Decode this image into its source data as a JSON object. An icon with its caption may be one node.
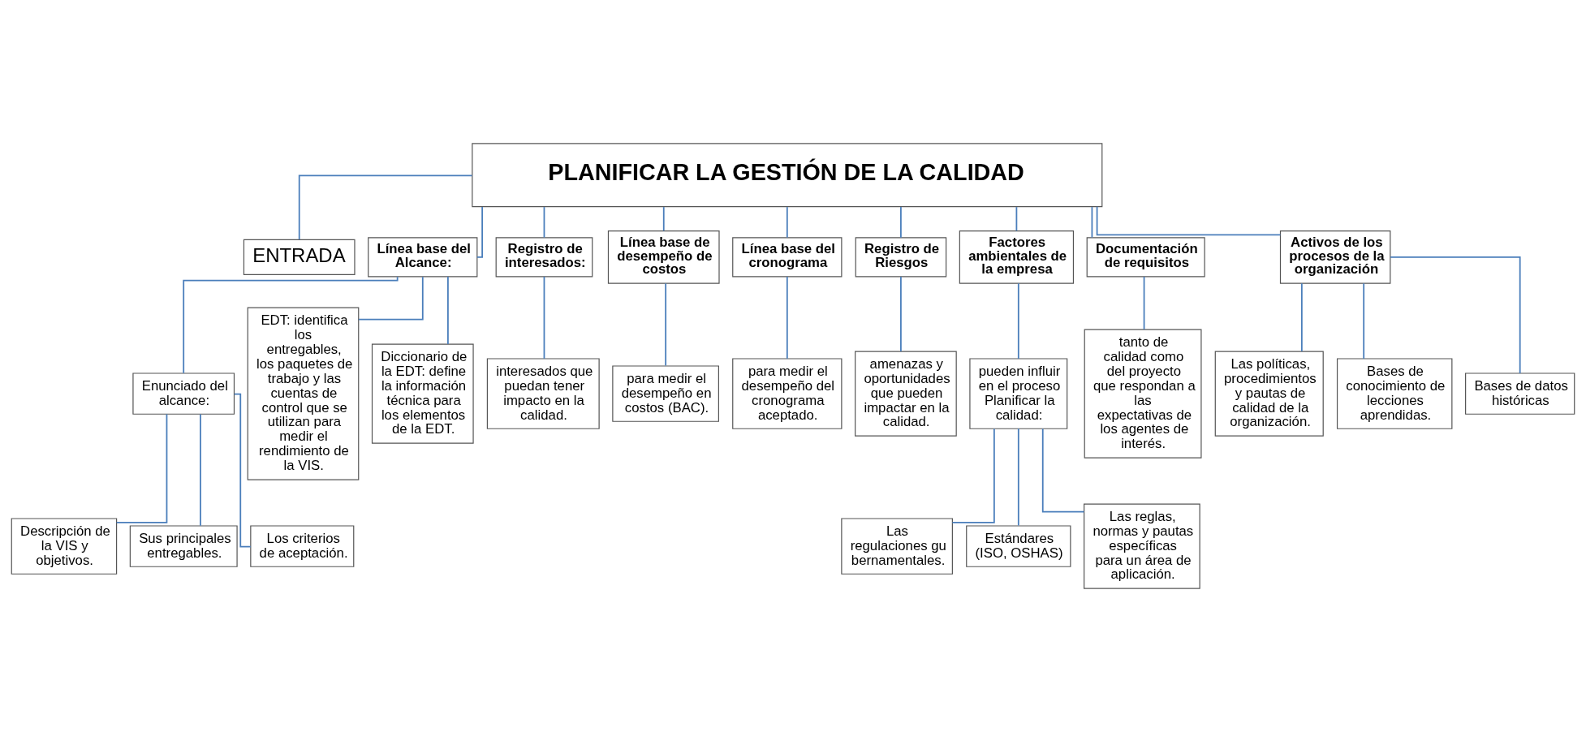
{
  "diagram": {
    "nodes": [
      {
        "text": [
          "PLANIFICAR LA GESTIÓN DE LA CALIDAD"
        ]
      },
      {
        "text": [
          "ENTRADA"
        ]
      },
      {
        "text": [
          "Línea base del Alcance:"
        ]
      },
      {
        "text": [
          "Enunciado del alcance:"
        ]
      },
      {
        "text": [
          "Descripción de la VIS y objetivos."
        ]
      },
      {
        "text": [
          "Sus principales entregables."
        ]
      },
      {
        "text": [
          "Los criterios de aceptación."
        ]
      },
      {
        "text": [
          "EDT: identifica los entregables, los paquetes de trabajo y las cuentas de control que se utilizan para medir el rendimiento de la VIS."
        ]
      },
      {
        "text": [
          "Diccionario de la EDT: define la información técnica para los elementos de la EDT."
        ]
      },
      {
        "text": [
          "Registro de interesados:"
        ]
      },
      {
        "text": [
          "interesados que puedan tener impacto en la calidad."
        ]
      },
      {
        "text": [
          "Línea base de desempeño de costos"
        ]
      },
      {
        "text": [
          "para medir el desempeño en costos (BAC)."
        ]
      },
      {
        "text": [
          "Línea base del cronograma"
        ]
      },
      {
        "text": [
          "para medir el desempeño del cronograma aceptado."
        ]
      },
      {
        "text": [
          "Registro de Riesgos"
        ]
      },
      {
        "text": [
          "amenazas y oportunidades que pueden impactar en la calidad."
        ]
      },
      {
        "text": [
          "Factores ambientales de la empresa"
        ]
      },
      {
        "text": [
          "pueden influir en el proceso Planificar la calidad:"
        ]
      },
      {
        "text": [
          "Las regulaciones gubernamentales."
        ]
      },
      {
        "text": [
          "Estándares (ISO, OSHAS)"
        ]
      },
      {
        "text": [
          "Las reglas, normas y pautas específicas para un área de aplicación."
        ]
      },
      {
        "text": [
          "Documentación de requisitos"
        ]
      },
      {
        "text": [
          "tanto de calidad como del proyecto que respondan a las expectativas de los agentes de interés."
        ]
      },
      {
        "text": [
          "Activos de los procesos de la organización"
        ]
      },
      {
        "text": [
          "Las políticas, procedimientos y pautas de calidad de la organización."
        ]
      },
      {
        "text": [
          "Bases de conocimiento de lecciones aprendidas."
        ]
      },
      {
        "text": [
          "Bases de datos históricas"
        ]
      }
    ],
    "edges": [
      {
        "from": 0,
        "to": 1,
        "arrow": "none"
      },
      {
        "from": 0,
        "to": 2,
        "arrow": "none"
      },
      {
        "from": 0,
        "to": 9,
        "arrow": "none"
      },
      {
        "from": 0,
        "to": 11,
        "arrow": "none"
      },
      {
        "from": 0,
        "to": 13,
        "arrow": "none"
      },
      {
        "from": 0,
        "to": 15,
        "arrow": "none"
      },
      {
        "from": 0,
        "to": 17,
        "arrow": "none"
      },
      {
        "from": 0,
        "to": 22,
        "arrow": "none"
      },
      {
        "from": 0,
        "to": 24,
        "arrow": "none"
      },
      {
        "from": 2,
        "to": 3,
        "arrow": "none"
      },
      {
        "from": 2,
        "to": 7,
        "arrow": "none"
      },
      {
        "from": 2,
        "to": 8,
        "arrow": "none"
      },
      {
        "from": 3,
        "to": 4,
        "arrow": "none"
      },
      {
        "from": 3,
        "to": 5,
        "arrow": "none"
      },
      {
        "from": 3,
        "to": 6,
        "arrow": "none"
      },
      {
        "from": 9,
        "to": 10,
        "arrow": "none"
      },
      {
        "from": 11,
        "to": 12,
        "arrow": "none"
      },
      {
        "from": 13,
        "to": 14,
        "arrow": "none"
      },
      {
        "from": 15,
        "to": 16,
        "arrow": "none"
      },
      {
        "from": 17,
        "to": 18,
        "arrow": "none"
      },
      {
        "from": 18,
        "to": 19,
        "arrow": "none"
      },
      {
        "from": 18,
        "to": 20,
        "arrow": "none"
      },
      {
        "from": 18,
        "to": 21,
        "arrow": "none"
      },
      {
        "from": 22,
        "to": 23,
        "arrow": "none"
      },
      {
        "from": 24,
        "to": 25,
        "arrow": "none"
      },
      {
        "from": 24,
        "to": 26,
        "arrow": "none"
      },
      {
        "from": 24,
        "to": 27,
        "arrow": "none"
      }
    ]
  }
}
